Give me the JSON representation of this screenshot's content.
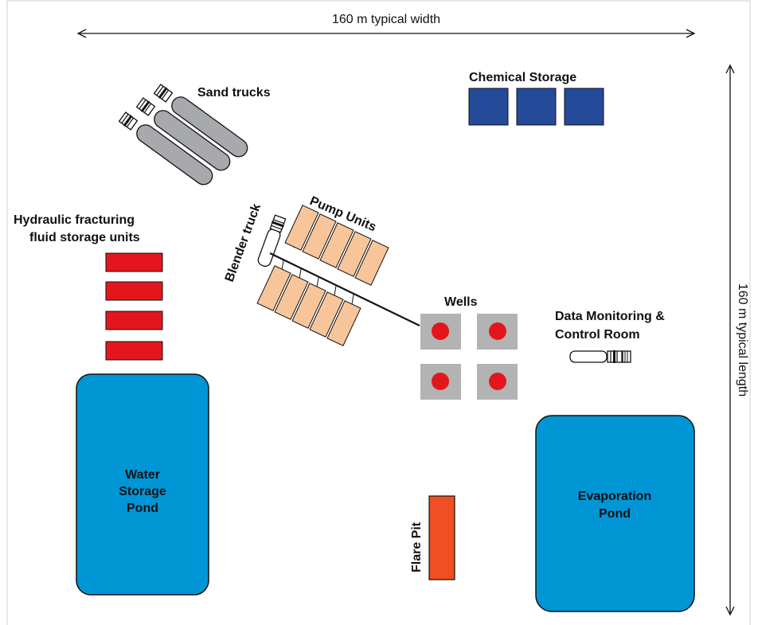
{
  "dimensions": {
    "width_label": "160 m typical width",
    "length_label": "160 m typical length"
  },
  "labels": {
    "sand_trucks": "Sand trucks",
    "chemical_storage": "Chemical Storage",
    "fluid_storage_line1": "Hydraulic fracturing",
    "fluid_storage_line2": "fluid storage units",
    "blender_truck": "Blender truck",
    "pump_units": "Pump Units",
    "wells": "Wells",
    "data_monitoring_line1": "Data Monitoring &",
    "data_monitoring_line2": "Control Room",
    "water_pond_line1": "Water",
    "water_pond_line2": "Storage",
    "water_pond_line3": "Pond",
    "flare_pit": "Flare Pit",
    "evaporation_line1": "Evaporation",
    "evaporation_line2": "Pond"
  },
  "colors": {
    "pond": "#0096d6",
    "fluid_storage": "#e3161e",
    "chemical_storage": "#244a9a",
    "pump_unit": "#f8c59b",
    "well_pad": "#b3b3b3",
    "well_head": "#e3161e",
    "flare_pit": "#f04e23",
    "truck_body": "#a7a9ac"
  }
}
